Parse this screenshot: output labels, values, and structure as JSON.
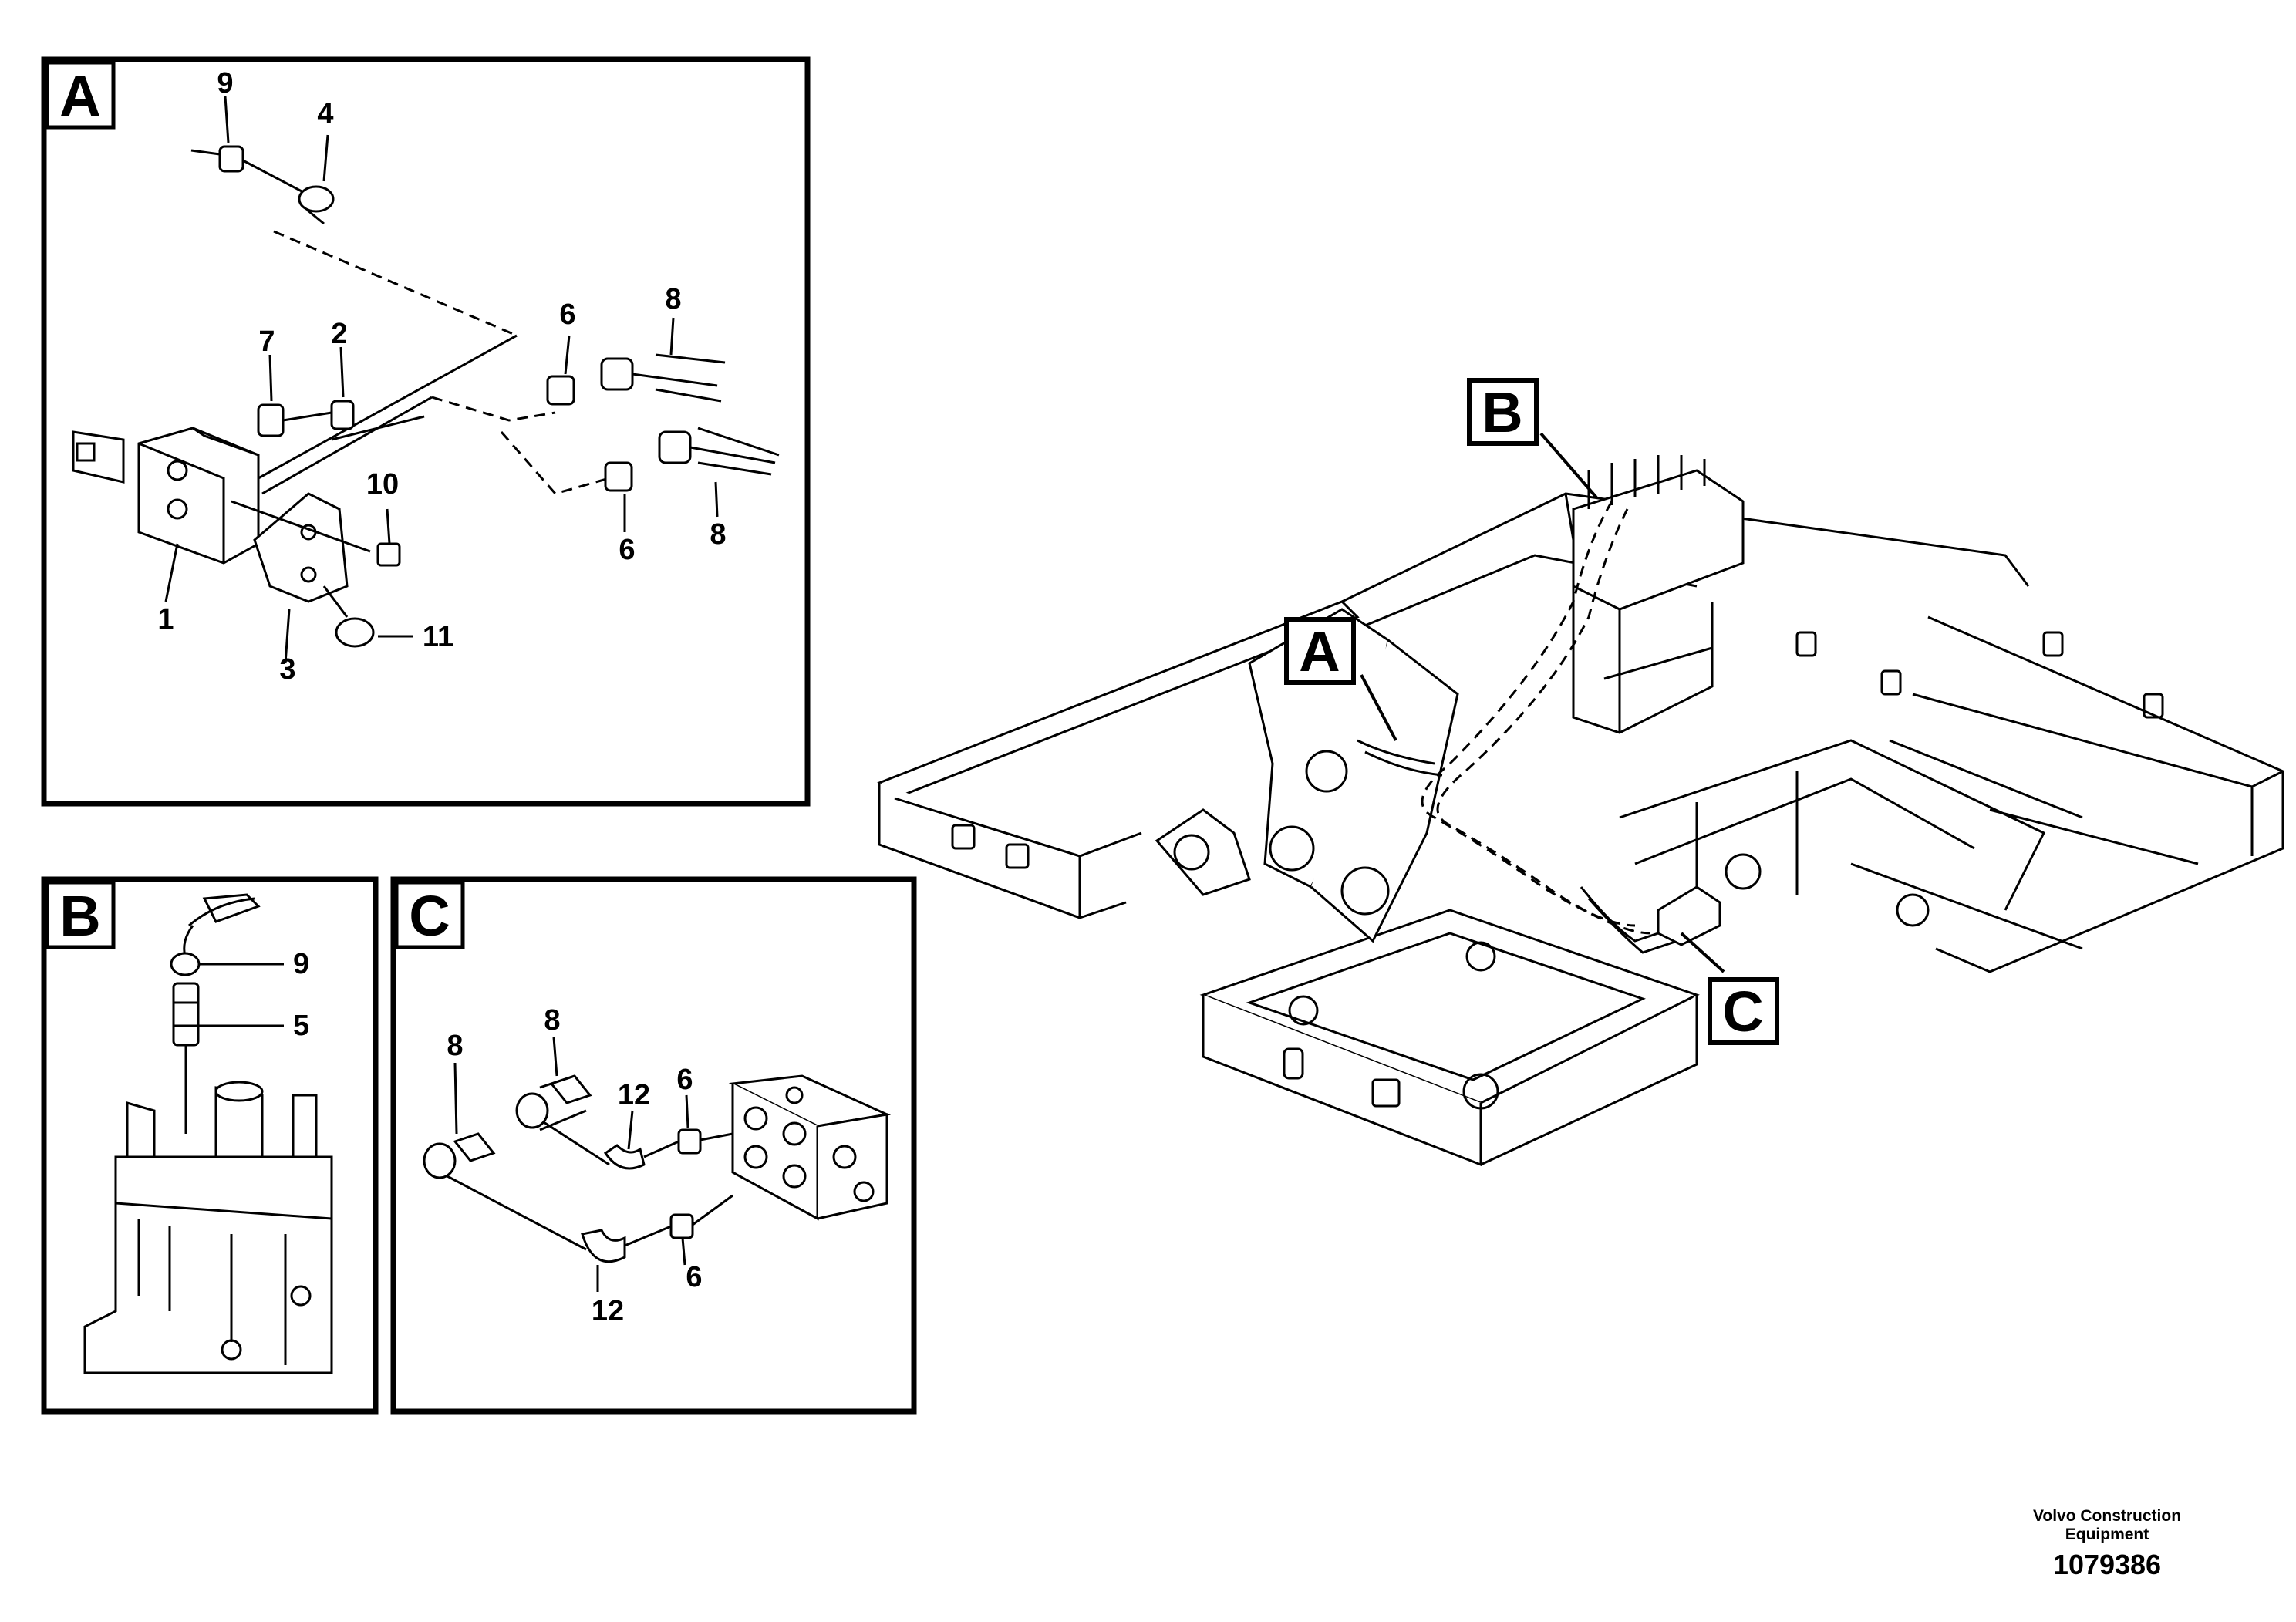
{
  "views": {
    "a": {
      "letter": "A",
      "callouts": [
        {
          "id": "9",
          "label": "9"
        },
        {
          "id": "4",
          "label": "4"
        },
        {
          "id": "7",
          "label": "7"
        },
        {
          "id": "2",
          "label": "2"
        },
        {
          "id": "6a",
          "label": "6"
        },
        {
          "id": "8a",
          "label": "8"
        },
        {
          "id": "10",
          "label": "10"
        },
        {
          "id": "8b",
          "label": "8"
        },
        {
          "id": "6b",
          "label": "6"
        },
        {
          "id": "1",
          "label": "1"
        },
        {
          "id": "11",
          "label": "11"
        },
        {
          "id": "3",
          "label": "3"
        }
      ]
    },
    "b": {
      "letter": "B",
      "callouts": [
        {
          "id": "9",
          "label": "9"
        },
        {
          "id": "5",
          "label": "5"
        }
      ]
    },
    "c": {
      "letter": "C",
      "callouts": [
        {
          "id": "8a",
          "label": "8"
        },
        {
          "id": "8b",
          "label": "8"
        },
        {
          "id": "12a",
          "label": "12"
        },
        {
          "id": "6a",
          "label": "6"
        },
        {
          "id": "6b",
          "label": "6"
        },
        {
          "id": "12b",
          "label": "12"
        }
      ]
    }
  },
  "main": {
    "view_refs": [
      {
        "id": "a",
        "label": "A"
      },
      {
        "id": "b",
        "label": "B"
      },
      {
        "id": "c",
        "label": "C"
      }
    ]
  },
  "footer": {
    "brand": "Volvo Construction Equipment",
    "doc_number": "1079386"
  }
}
